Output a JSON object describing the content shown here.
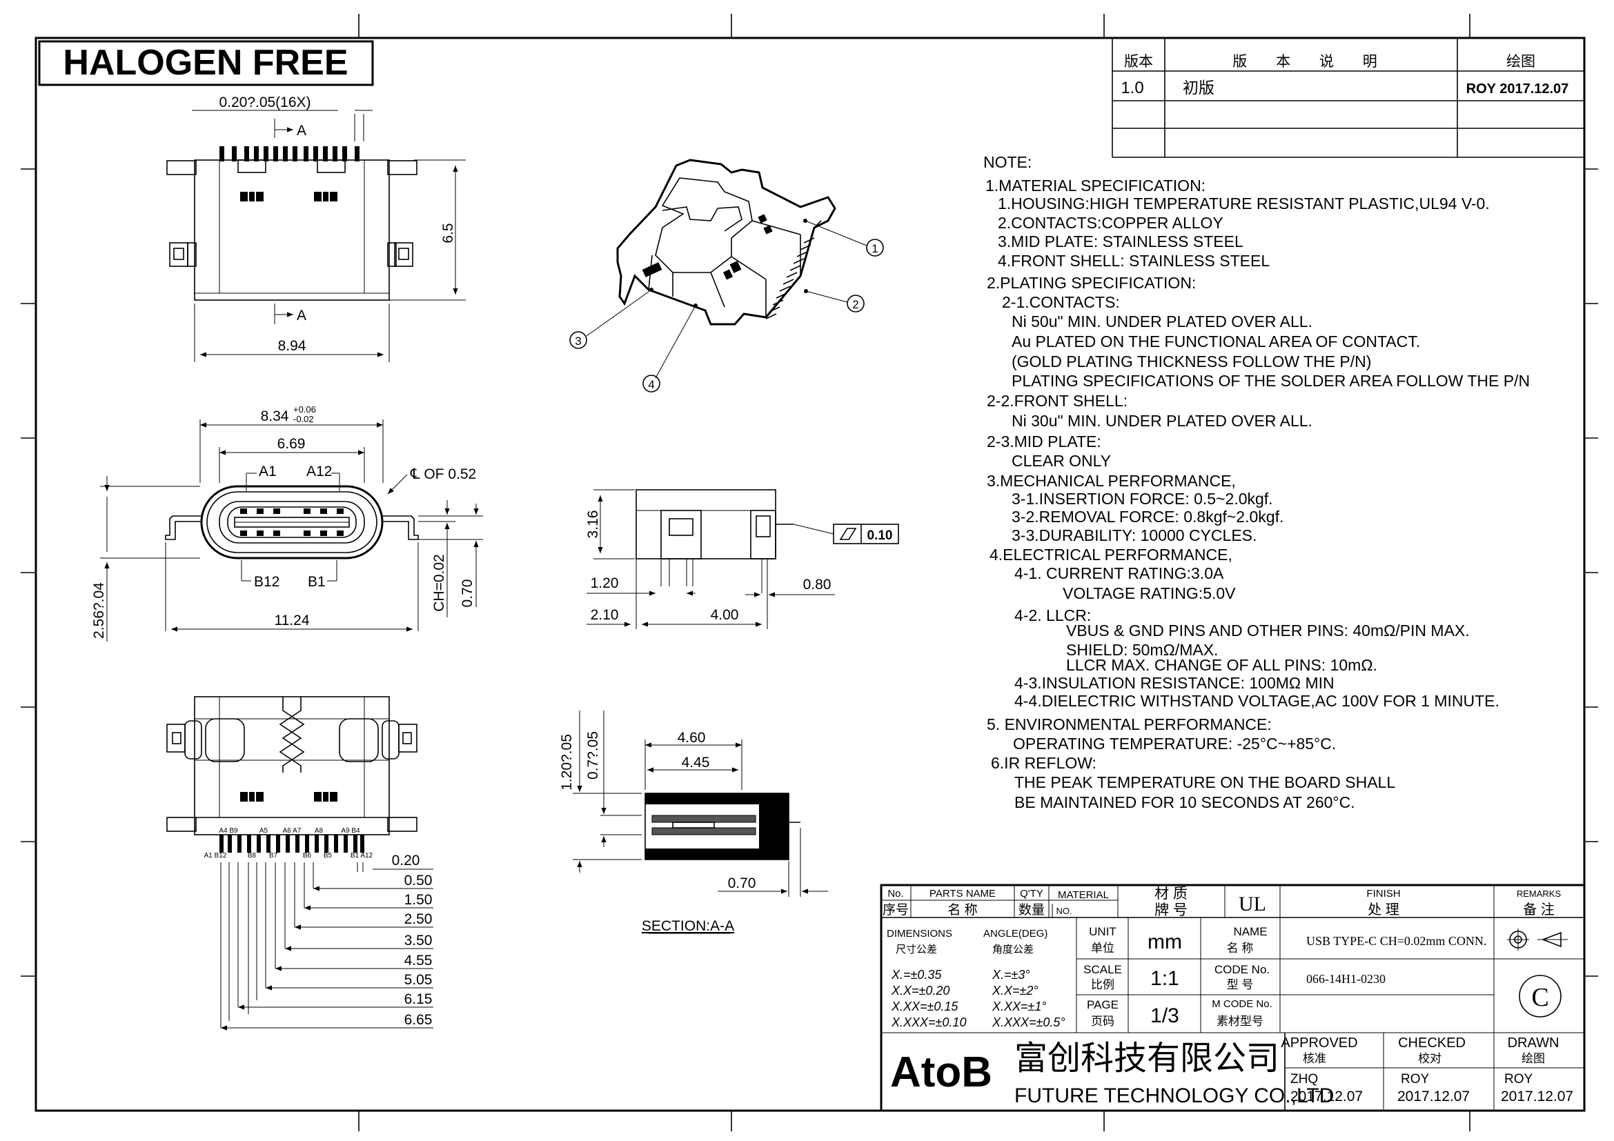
{
  "banner": "HALOGEN FREE",
  "revision_table": {
    "headers": {
      "rev": "版本",
      "desc": "版 本 说 明",
      "drawn": "绘图"
    },
    "rows": [
      {
        "rev": "1.0",
        "desc": "初版",
        "drawn": "ROY 2017.12.07"
      }
    ]
  },
  "top_view": {
    "pin_pitch": "0.20?.05(16X)",
    "section_mark_top": "A",
    "section_mark_bottom": "A",
    "height": "6.5",
    "width": "8.94"
  },
  "front_view": {
    "outer_width": "8.34",
    "outer_tol_plus": "+0.06",
    "outer_tol_minus": "-0.02",
    "inner_width": "6.69",
    "pin_a1": "A1",
    "pin_a12": "A12",
    "pin_b12": "B12",
    "pin_b1": "B1",
    "centerline": "℄ OF 0.52",
    "total_width": "11.24",
    "height": "2.56?.04",
    "ch": "CH=0.02",
    "tail": "0.70"
  },
  "side_view": {
    "height": "3.16",
    "dim_a": "1.20",
    "dim_b": "0.80",
    "dim_c": "2.10",
    "dim_d": "4.00",
    "flatness": "0.10"
  },
  "bottom_view": {
    "pin_labels_top": [
      "A4 B9",
      "A5",
      "A6 A7",
      "A8",
      "A9 B4"
    ],
    "pin_labels_bottom": [
      "A1 B12",
      "B8",
      "B7",
      "B6",
      "B5",
      "B1 A12"
    ],
    "dims": [
      "0.20",
      "0.50",
      "1.50",
      "2.50",
      "3.50",
      "4.55",
      "5.05",
      "6.15",
      "6.65"
    ]
  },
  "section_view": {
    "title": "SECTION:A-A",
    "width_a": "4.60",
    "width_b": "4.45",
    "height_a": "1.20?.05",
    "height_b": "0.7?.05",
    "tail": "0.70"
  },
  "callouts": [
    "1",
    "2",
    "3",
    "4"
  ],
  "notes": [
    "NOTE:",
    "1.MATERIAL SPECIFICATION:",
    "  1.HOUSING:HIGH TEMPERATURE RESISTANT PLASTIC,UL94 V-0.",
    "  2.CONTACTS:COPPER ALLOY",
    "  3.MID PLATE: STAINLESS STEEL",
    "  4.FRONT SHELL: STAINLESS STEEL",
    "2.PLATING SPECIFICATION:",
    "  2-1.CONTACTS:",
    "    Ni 50u\" MIN. UNDER PLATED OVER ALL.",
    "    Au PLATED ON THE FUNCTIONAL AREA OF CONTACT.",
    "    (GOLD PLATING THICKNESS FOLLOW THE P/N)",
    "    PLATING SPECIFICATIONS OF THE SOLDER AREA FOLLOW THE P/N",
    "2-2.FRONT SHELL:",
    "    Ni 30u\" MIN. UNDER PLATED OVER ALL.",
    "2-3.MID PLATE:",
    "    CLEAR ONLY",
    "3.MECHANICAL PERFORMANCE,",
    "    3-1.INSERTION FORCE: 0.5~2.0kgf.",
    "    3-2.REMOVAL FORCE: 0.8kgf~2.0kgf.",
    "    3-3.DURABILITY: 10000 CYCLES.",
    "4.ELECTRICAL PERFORMANCE,",
    "    4-1. CURRENT RATING:3.0A",
    "           VOLTAGE RATING:5.0V",
    "    4-2. LLCR:",
    "           VBUS & GND PINS AND OTHER PINS: 40mΩ/PIN MAX.",
    "           SHIELD: 50mΩ/MAX.",
    "           LLCR MAX. CHANGE OF ALL PINS: 10mΩ.",
    "    4-3.INSULATION RESISTANCE: 100MΩ MIN",
    "    4-4.DIELECTRIC WITHSTAND VOLTAGE,AC 100V FOR 1 MINUTE.",
    "5. ENVIRONMENTAL PERFORMANCE:",
    "    OPERATING TEMPERATURE: -25°C~+85°C.",
    "6.IR REFLOW:",
    "    THE PEAK TEMPERATURE ON THE BOARD SHALL",
    "    BE MAINTAINED FOR 10 SECONDS AT 260°C."
  ],
  "title_block": {
    "no": "No.",
    "no_cn": "序号",
    "parts_name": "PARTS NAME",
    "parts_name_cn": "名  称",
    "qty": "Q'TY",
    "qty_cn": "数量",
    "material": "MATERIAL",
    "material_no": "NO.",
    "material_cn": "材  质",
    "brand_cn": "牌  号",
    "material_value": "UL",
    "finish": "FINISH",
    "finish_cn": "处  理",
    "remarks": "REMARKS",
    "remarks_cn": "备  注",
    "dimensions": "DIMENSIONS",
    "dimensions_cn": "尺寸公差",
    "angle": "ANGLE(DEG)",
    "angle_cn": "角度公差",
    "tolerances": [
      "X.=±0.35",
      "X.X=±0.20",
      "X.XX=±0.15",
      "X.XXX=±0.10"
    ],
    "angle_tolerances": [
      "X.=±3°",
      "X.X=±2°",
      "X.XX=±1°",
      "X.XXX=±0.5°"
    ],
    "unit_label": "UNIT",
    "unit_cn": "单位",
    "unit_value": "mm",
    "name_label": "NAME",
    "name_cn": "名  称",
    "name_value": "USB TYPE-C CH=0.02mm CONN.",
    "scale_label": "SCALE",
    "scale_cn": "比例",
    "scale_value": "1:1",
    "code_label": "CODE No.",
    "code_cn": "型  号",
    "code_value": "066-14H1-0230",
    "page_label": "PAGE",
    "page_cn": "页码",
    "page_value": "1/3",
    "mcode_label": "M CODE No.",
    "mcode_cn": "素材型号",
    "company_logo": "AtoB",
    "company_cn": "富创科技有限公司",
    "company_en": "FUTURE TECHNOLOGY CO.,LTD",
    "approved": "APPROVED",
    "approved_cn": "核准",
    "approved_by": "ZHQ",
    "approved_date": "2017.12.07",
    "checked": "CHECKED",
    "checked_cn": "校对",
    "checked_by": "ROY",
    "checked_date": "2017.12.07",
    "drawn": "DRAWN",
    "drawn_cn": "绘图",
    "drawn_by": "ROY",
    "drawn_date": "2017.12.07",
    "copyright": "C"
  }
}
